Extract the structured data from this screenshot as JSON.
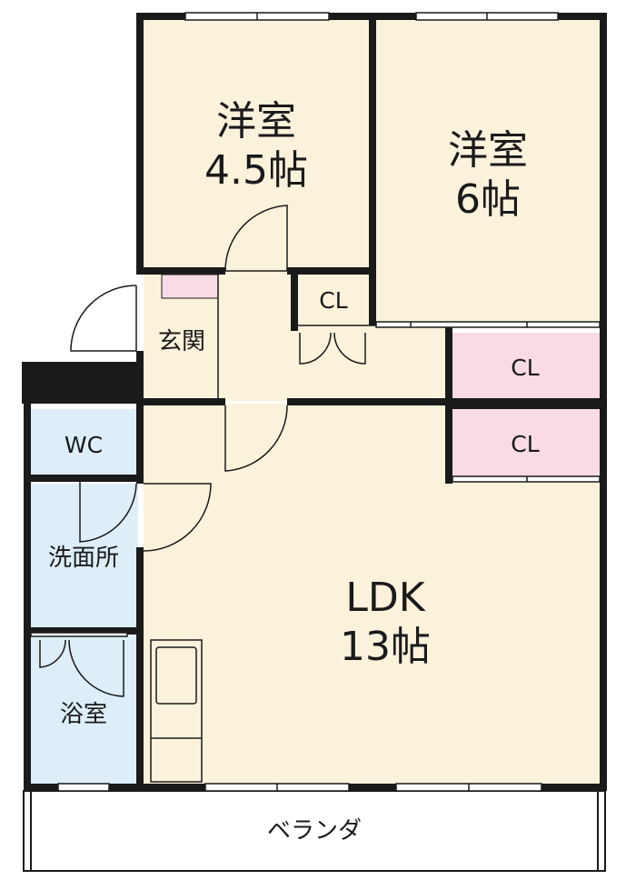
{
  "colors": {
    "wall": "#1a1a1a",
    "room_beige": "#fbf2dc",
    "wet_area_blue": "#ddeef8",
    "closet_pink": "#f9dbe6",
    "balcony": "#ffffff"
  },
  "rooms": {
    "western_room_a": {
      "name": "洋室",
      "size": "4.5帖"
    },
    "western_room_b": {
      "name": "洋室",
      "size": "6帖"
    },
    "ldk": {
      "name": "LDK",
      "size": "13帖"
    },
    "entrance": {
      "name": "玄関"
    },
    "wc": {
      "name": "WC"
    },
    "washroom": {
      "name": "洗面所"
    },
    "bathroom": {
      "name": "浴室"
    },
    "closet_small": {
      "name": "CL"
    },
    "closet_right_top": {
      "name": "CL"
    },
    "closet_right_bottom": {
      "name": "CL"
    },
    "balcony": {
      "name": "ベランダ"
    }
  }
}
